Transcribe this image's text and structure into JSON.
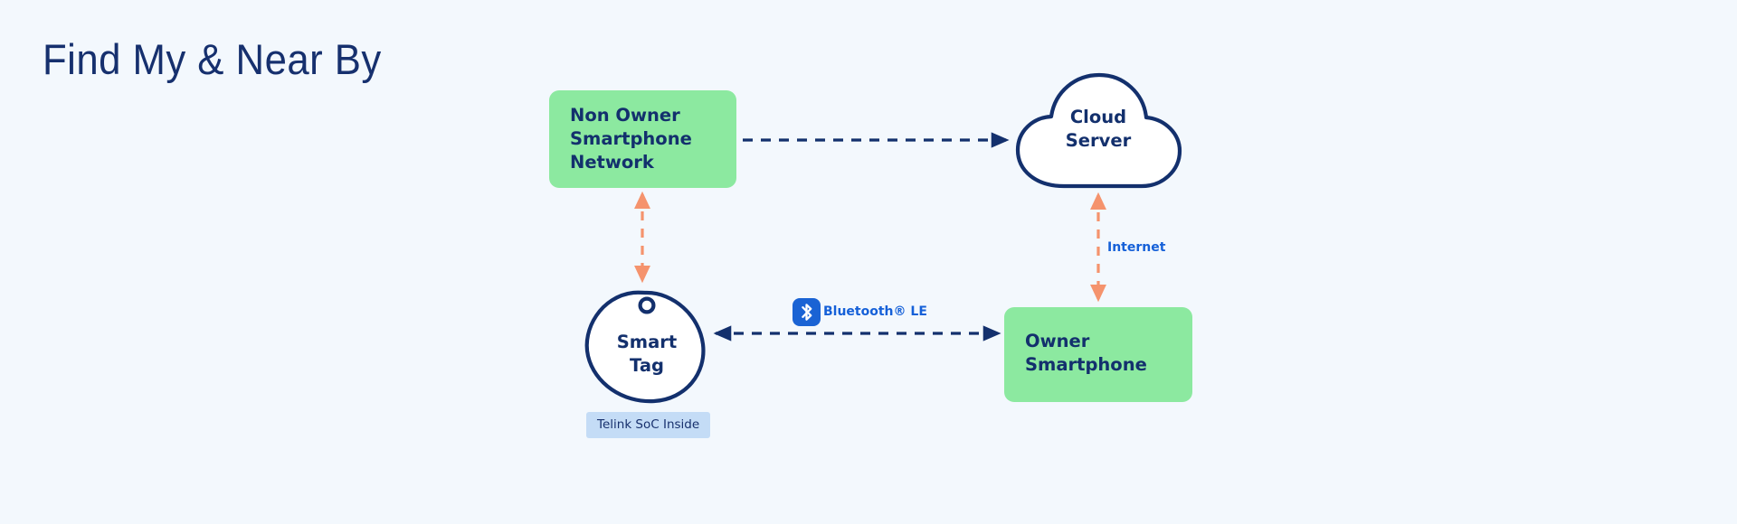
{
  "page": {
    "title": "Find My & Near By",
    "background_color": "#f3f8fd"
  },
  "colors": {
    "navy": "#13306d",
    "green": "#8ce9a0",
    "salmon": "#f5936d",
    "blue_accent": "#1560d8",
    "badge_bg": "#c4dcf6",
    "cloud_fill": "#ffffff"
  },
  "nodes": {
    "non_owner": {
      "label": "Non Owner\nSmartphone\nNetwork",
      "shape": "rounded-rect",
      "fill": "#8ce9a0"
    },
    "cloud": {
      "label": "Cloud\nServer",
      "shape": "cloud",
      "fill": "#ffffff",
      "stroke": "#13306d"
    },
    "smart_tag": {
      "label": "Smart\nTag",
      "shape": "tag-blob",
      "fill": "#ffffff",
      "stroke": "#13306d",
      "badge": "Telink SoC Inside"
    },
    "owner": {
      "label": "Owner\nSmartphone",
      "shape": "rounded-rect",
      "fill": "#8ce9a0"
    }
  },
  "edges": [
    {
      "id": "non-owner-to-cloud",
      "from": "non_owner",
      "to": "cloud",
      "label": "",
      "style": "dashed",
      "color": "#13306d",
      "arrows": "single-end"
    },
    {
      "id": "non-owner-to-smart-tag",
      "from": "non_owner",
      "to": "smart_tag",
      "label": "",
      "style": "dashed",
      "color": "#f5936d",
      "arrows": "double"
    },
    {
      "id": "cloud-to-owner",
      "from": "cloud",
      "to": "owner",
      "label": "Internet",
      "style": "dashed",
      "color": "#f5936d",
      "arrows": "double"
    },
    {
      "id": "smart-tag-to-owner",
      "from": "smart_tag",
      "to": "owner",
      "label": "Bluetooth® LE",
      "style": "dashed",
      "color": "#13306d",
      "arrows": "double",
      "icon": "bluetooth-icon"
    }
  ],
  "edge_labels": {
    "internet": "Internet",
    "bluetooth": "Bluetooth® LE"
  }
}
